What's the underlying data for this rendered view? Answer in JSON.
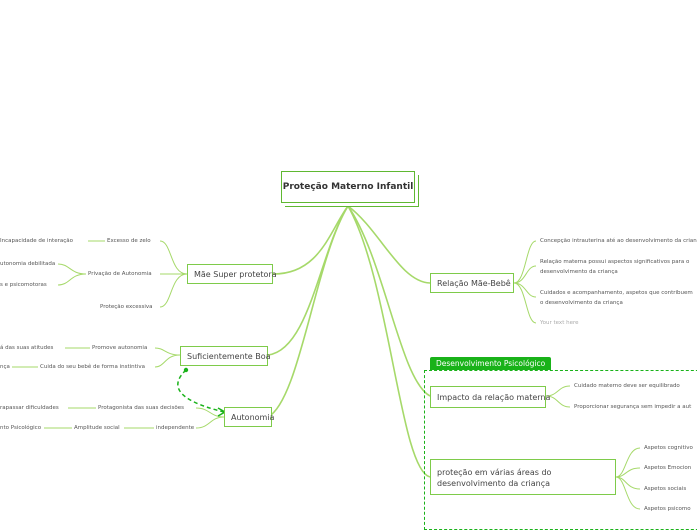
{
  "root": {
    "title": "Proteção Materno Infantil"
  },
  "nodes": {
    "mae_super": "Mãe Super protetora",
    "suficiente": "Suficientemente Boa",
    "autonomia": "Autonomia",
    "relacao": "Relação Mãe-Bebê",
    "impacto": "Impacto da relação materna",
    "protecao": "proteção em várias áreas do desenvolvimento da criança"
  },
  "leaves": {
    "mae_super": [
      "Excesso de zelo",
      "Privação de Autonomia",
      "Proteção excessiva"
    ],
    "mae_super_far": [
      "Incapacidade de interação",
      "utonomia debilitada",
      "s e psicomotoras"
    ],
    "suficiente": [
      "Promove autonomia",
      "Cuida do seu bebê de forma instintiva"
    ],
    "suficiente_far": [
      "á das suas atitudes",
      "nça"
    ],
    "autonomia": [
      "Protagonista das suas decisões",
      "independente"
    ],
    "autonomia_mid": [
      "Amplitude social"
    ],
    "autonomia_far": [
      "rapassar dificuldades",
      "nto Psicológico"
    ],
    "relacao": [
      "Concepção intrauterina até ao desenvolvimento da crian",
      "Relação materna possui aspectos significativos para o",
      "desenvolvimento da criança",
      "Cuidados e acompanhamento, aspetos que contribuem",
      "o desenvolvimento da criança",
      "Your text here"
    ],
    "impacto": [
      "Cuidado materno deve ser equilibrado",
      "Proporcionar segurança sem impedir a aut"
    ],
    "protecao": [
      "Aspetos cognitivo",
      "Aspetos Emocion",
      "Aspetos sociais",
      "Aspetos psicomo"
    ]
  },
  "boundary": {
    "label": "Desenvolvimento Psicológico"
  },
  "colors": {
    "branch": "#a6d96a",
    "border": "#7ecb4a",
    "boundary": "#19b219"
  }
}
